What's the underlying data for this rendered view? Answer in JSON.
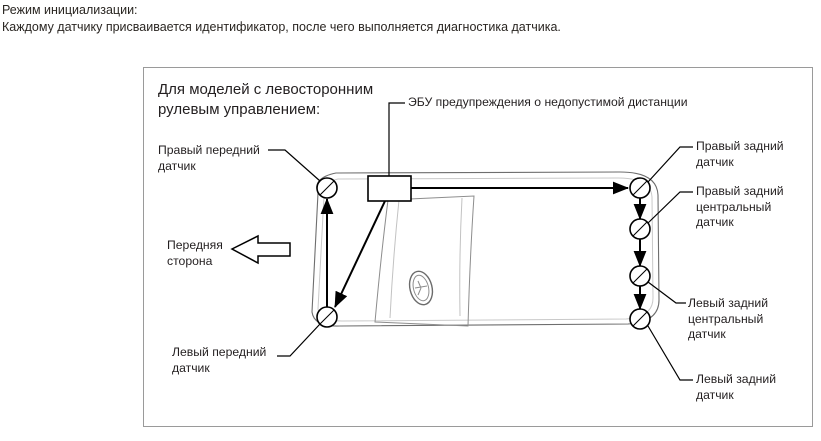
{
  "intro": {
    "line1": "Режим инициализации:",
    "line2": "Каждому датчику присваивается идентификатор, после чего выполняется диагностика датчика."
  },
  "figure": {
    "title": "Для моделей с левосторонним рулевым управлением:",
    "front_direction": "Передняя\nсторона",
    "labels": {
      "ecu": "ЭБУ предупреждения о недопустимой дистанции",
      "right_front_sensor": "Правый передний\nдатчик",
      "left_front_sensor": "Левый передний\nдатчик",
      "right_rear_sensor": "Правый задний\nдатчик",
      "right_rear_center_sensor": "Правый задний\nцентральный\nдатчик",
      "left_rear_center_sensor": "Левый задний\nцентральный\nдатчик",
      "left_rear_sensor": "Левый задний\nдатчик"
    },
    "colors": {
      "ink": "#231f20",
      "frame": "#9a9a9a",
      "body_outline": "#555555",
      "faint": "#b9b9b9"
    }
  }
}
